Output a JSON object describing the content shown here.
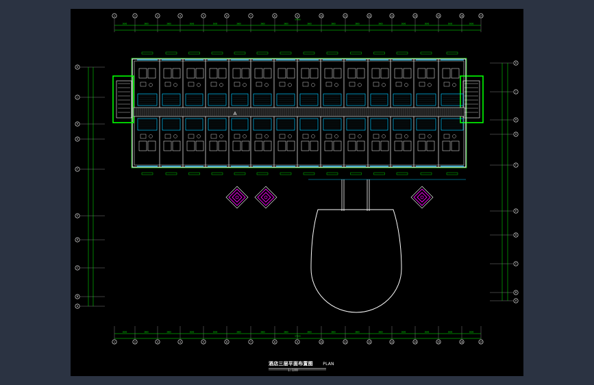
{
  "drawing": {
    "title": "酒店三层平面布置图",
    "title_suffix": "PLAN",
    "scale_text": "1:100",
    "corridor_label": "A"
  },
  "grids": {
    "columns": [
      "1",
      "2",
      "3",
      "4",
      "5",
      "6",
      "7",
      "8",
      "9",
      "10",
      "11",
      "12",
      "13",
      "14",
      "15",
      "16",
      "17"
    ],
    "rows_left": [
      "K",
      "J",
      "H",
      "G",
      "F",
      "E",
      "D",
      "C",
      "B",
      "A"
    ],
    "rows_right": [
      "K",
      "J",
      "H",
      "G",
      "F",
      "E",
      "D",
      "C",
      "B",
      "A"
    ]
  },
  "dimensions": {
    "bay": "3600",
    "total": "57600"
  },
  "colors": {
    "background": "#000000",
    "wall": "#ffffff",
    "dimension": "#00ff00",
    "furniture": "#00c8ff",
    "text_yellow": "#ffff00",
    "magenta": "#ff00ff",
    "grey": "#a0a0a0"
  },
  "icons": [
    "north-arrow-icon",
    "decor-tile-icon"
  ]
}
